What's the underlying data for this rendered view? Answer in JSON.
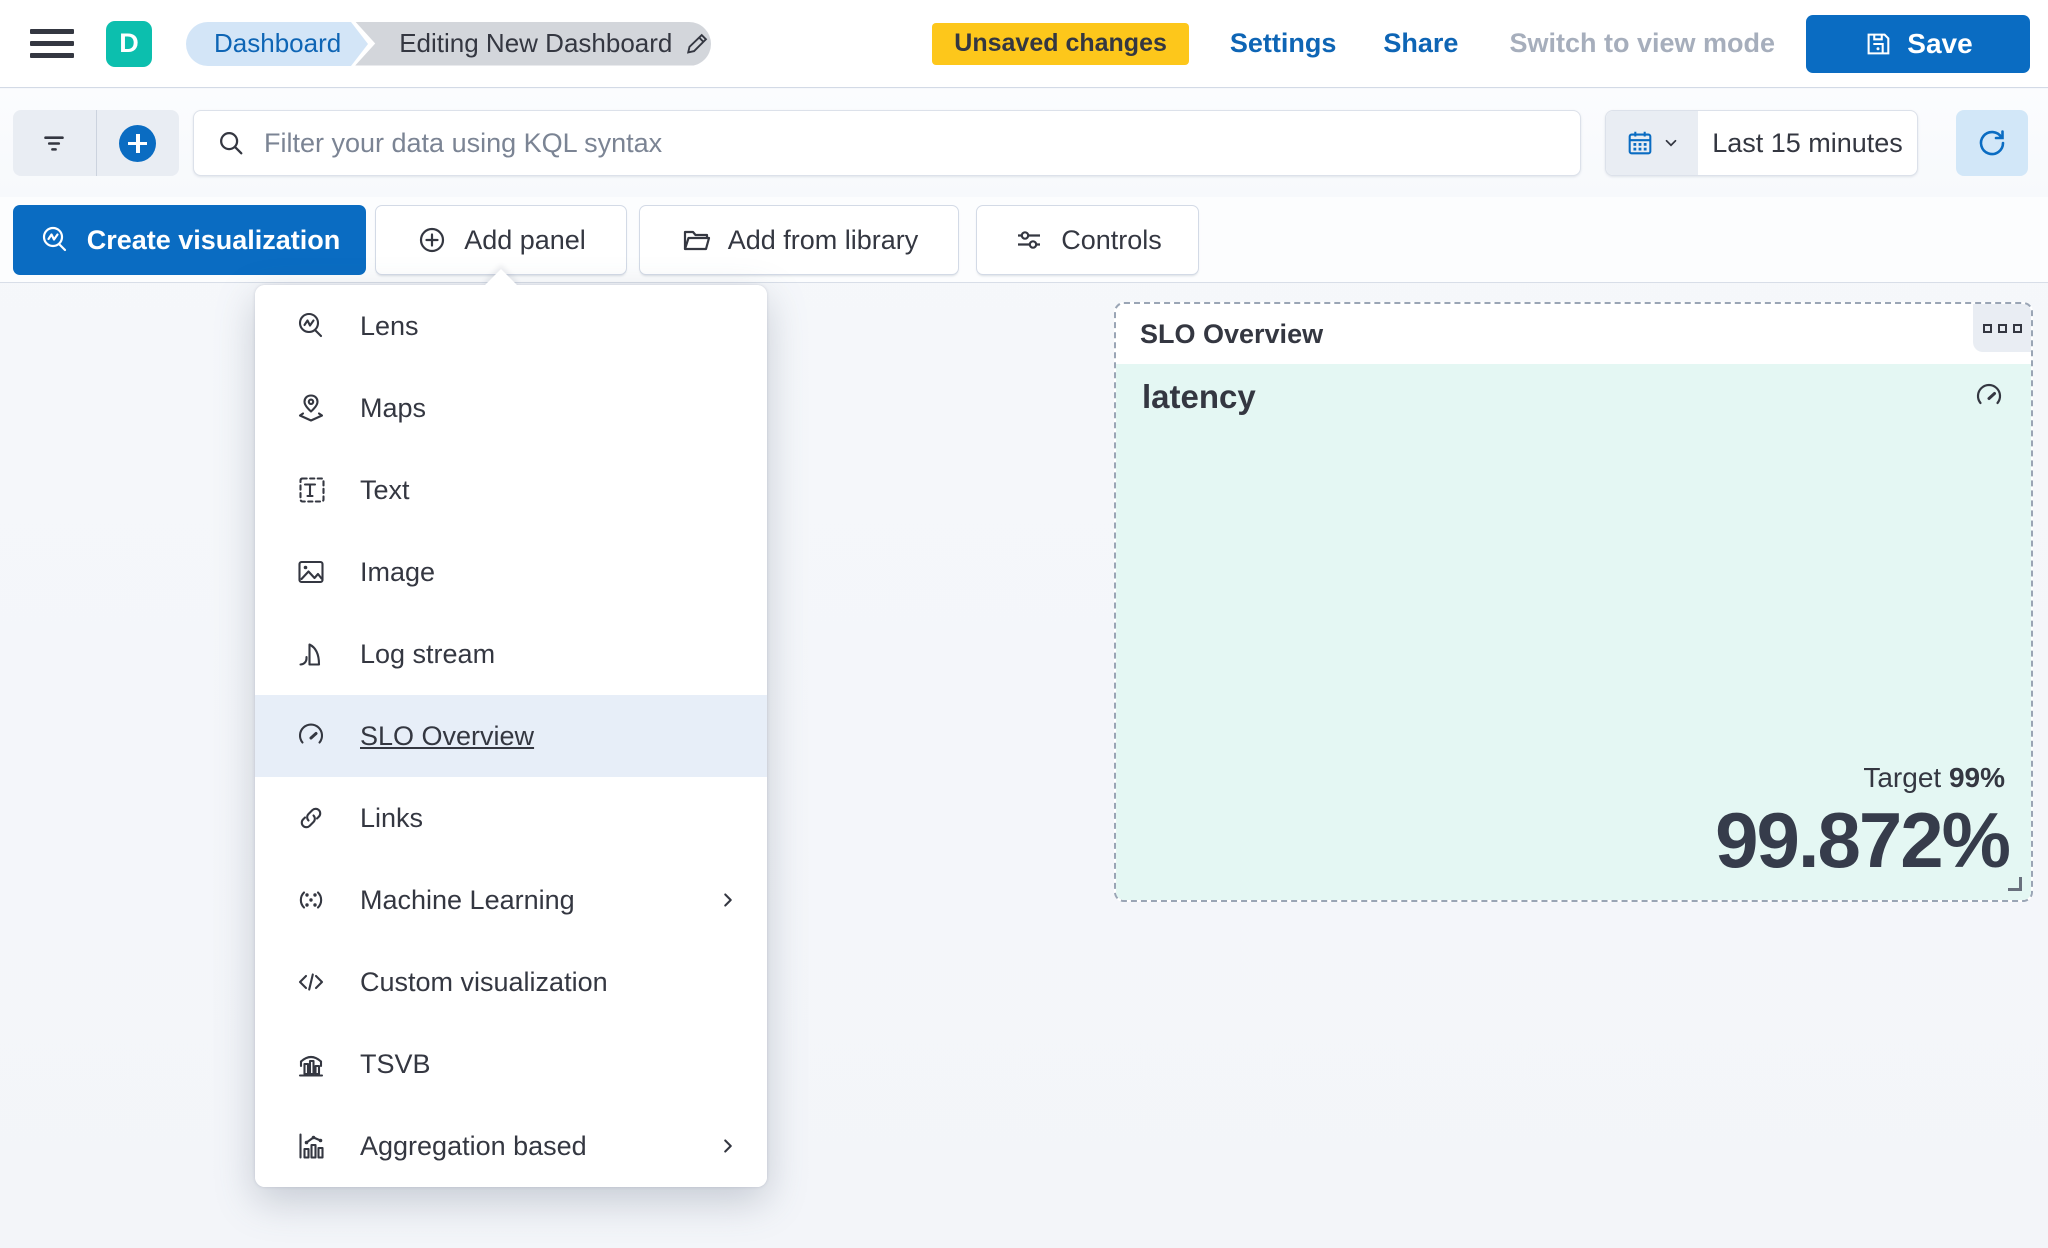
{
  "header": {
    "avatar_initial": "D",
    "breadcrumbs": [
      {
        "label": "Dashboard"
      },
      {
        "label": "Editing New Dashboard"
      }
    ],
    "badge": "Unsaved changes",
    "links": {
      "settings": "Settings",
      "share": "Share",
      "switch_view": "Switch to view mode"
    },
    "save_label": "Save"
  },
  "query_bar": {
    "search_placeholder": "Filter your data using KQL syntax",
    "time_range": "Last 15 minutes"
  },
  "toolbar": {
    "create_visualization": "Create visualization",
    "add_panel": "Add panel",
    "add_from_library": "Add from library",
    "controls": "Controls"
  },
  "add_panel_menu": {
    "items": [
      {
        "label": "Lens",
        "icon": "lens-icon",
        "highlighted": false,
        "has_submenu": false
      },
      {
        "label": "Maps",
        "icon": "maps-icon",
        "highlighted": false,
        "has_submenu": false
      },
      {
        "label": "Text",
        "icon": "text-icon",
        "highlighted": false,
        "has_submenu": false
      },
      {
        "label": "Image",
        "icon": "image-icon",
        "highlighted": false,
        "has_submenu": false
      },
      {
        "label": "Log stream",
        "icon": "log-stream-icon",
        "highlighted": false,
        "has_submenu": false
      },
      {
        "label": "SLO Overview",
        "icon": "gauge-icon",
        "highlighted": true,
        "has_submenu": false
      },
      {
        "label": "Links",
        "icon": "link-icon",
        "highlighted": false,
        "has_submenu": false
      },
      {
        "label": "Machine Learning",
        "icon": "machine-learning-icon",
        "highlighted": false,
        "has_submenu": true
      },
      {
        "label": "Custom visualization",
        "icon": "code-icon",
        "highlighted": false,
        "has_submenu": false
      },
      {
        "label": "TSVB",
        "icon": "tsvb-icon",
        "highlighted": false,
        "has_submenu": false
      },
      {
        "label": "Aggregation based",
        "icon": "aggregation-icon",
        "highlighted": false,
        "has_submenu": true
      }
    ]
  },
  "slo_panel": {
    "title": "SLO Overview",
    "metric_title": "latency",
    "target_label": "Target",
    "target_value": "99%",
    "value": "99.872%"
  },
  "colors": {
    "primary_blue": "#0a6cc2",
    "link_blue": "#0e65b5",
    "badge_yellow": "#fdc71b",
    "avatar_teal": "#0cbfae",
    "breadcrumb_blue_bg": "#d3e5f7",
    "breadcrumb_gray_bg": "#d3d6db",
    "menu_highlight": "#e7eef8",
    "panel_teal_bg": "#e4f7f3",
    "text_dark": "#343741",
    "border_gray": "#d3dae6"
  }
}
